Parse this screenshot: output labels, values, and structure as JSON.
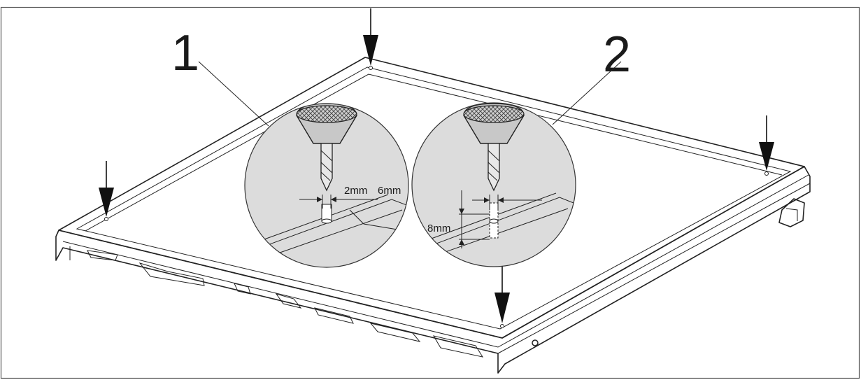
{
  "diagram": {
    "callouts": [
      "1",
      "2"
    ],
    "detail_1": {
      "dims": [
        "2mm",
        "6mm"
      ]
    },
    "detail_2": {
      "depth": "8mm"
    }
  },
  "colors": {
    "line": "#222222",
    "detail_fill": "#dcdcdc",
    "drill_bit": "#c8c8c8",
    "background": "#ffffff"
  }
}
